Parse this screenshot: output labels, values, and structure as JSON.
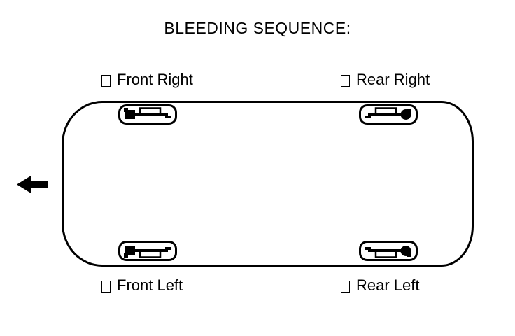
{
  "title": "BLEEDING SEQUENCE:",
  "labels": {
    "front_right": "Front Right",
    "rear_right": "Rear Right",
    "front_left": "Front Left",
    "rear_left": "Rear Left"
  },
  "icons": {
    "direction_arrow": "left-arrow",
    "sequence_marker": "empty-box-glyph",
    "wheel_symbol": "brake-caliper-top-view"
  },
  "colors": {
    "line": "#000000",
    "background": "#ffffff"
  }
}
